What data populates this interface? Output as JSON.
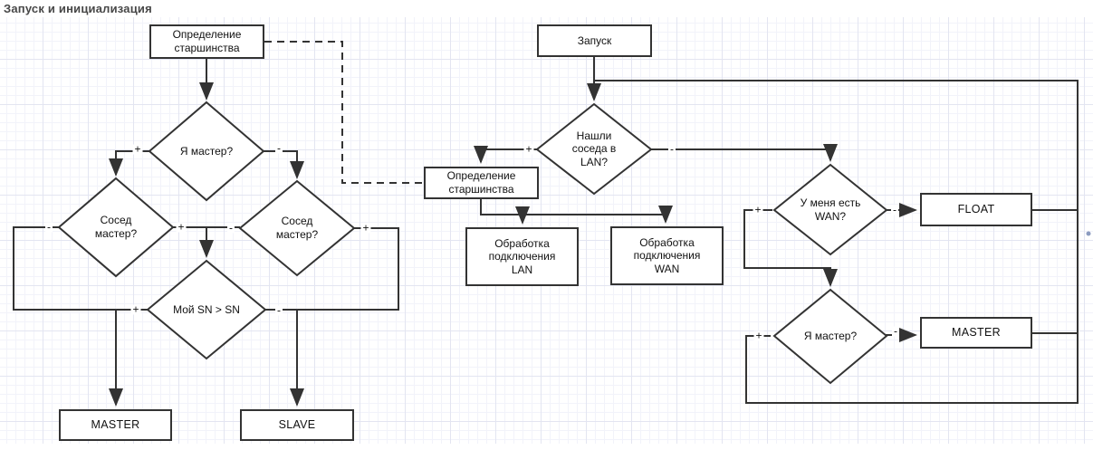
{
  "title": "Запуск и инициализация",
  "edge_labels": {
    "plus": "+",
    "minus": "-"
  },
  "colors": {
    "line": "#333333",
    "node_border": "#333333",
    "node_fill": "#ffffff",
    "grid_minor": "#f2f3fa",
    "grid_major": "#e3e5f1",
    "title_text": "#474747",
    "connection_dot": "#8c9cc0"
  },
  "nodes": {
    "determine_seniority_top": {
      "label": "Определение\nстаршинства"
    },
    "am_i_master_left": {
      "label": "Я мастер?"
    },
    "neighbor_master_left": {
      "label": "Сосед\nмастер?"
    },
    "neighbor_master_right": {
      "label": "Сосед\nмастер?"
    },
    "my_sn_gt_sn": {
      "label": "Мой SN > SN"
    },
    "master_left": {
      "label": "MASTER"
    },
    "slave": {
      "label": "SLAVE"
    },
    "start": {
      "label": "Запуск"
    },
    "found_neighbor_lan": {
      "label": "Нашли\nсоседа в\nLAN?"
    },
    "determine_seniority_mid": {
      "label": "Определение\nстаршинства"
    },
    "handle_lan": {
      "label": "Обработка\nподключения\nLAN"
    },
    "handle_wan": {
      "label": "Обработка\nподключения\nWAN"
    },
    "have_wan": {
      "label": "У меня есть\nWAN?"
    },
    "float_state": {
      "label": "FLOAT"
    },
    "am_i_master_right": {
      "label": "Я мастер?"
    },
    "master_right": {
      "label": "MASTER"
    }
  },
  "edges": [
    {
      "from": "Определение старшинства (слева)",
      "to": "Я мастер?",
      "label": "",
      "style": "solid"
    },
    {
      "from": "Я мастер?",
      "to": "Сосед мастер? (слева)",
      "label": "+",
      "style": "solid"
    },
    {
      "from": "Я мастер?",
      "to": "Сосед мастер? (справа)",
      "label": "-",
      "style": "solid"
    },
    {
      "from": "Сосед мастер? (слева)",
      "to": "Мой SN > SN",
      "label": "+",
      "style": "solid"
    },
    {
      "from": "Сосед мастер? (справа)",
      "to": "Мой SN > SN",
      "label": "-",
      "style": "solid"
    },
    {
      "from": "Сосед мастер? (слева)",
      "to": "MASTER",
      "label": "-",
      "style": "solid"
    },
    {
      "from": "Сосед мастер? (справа)",
      "to": "SLAVE",
      "label": "+",
      "style": "solid"
    },
    {
      "from": "Мой SN > SN",
      "to": "MASTER",
      "label": "+",
      "style": "solid"
    },
    {
      "from": "Мой SN > SN",
      "to": "SLAVE",
      "label": "-",
      "style": "solid"
    },
    {
      "from": "Определение старшинства (слева)",
      "to": "Определение старшинства (центр)",
      "label": "",
      "style": "dashed"
    },
    {
      "from": "Запуск",
      "to": "Нашли соседа в LAN?",
      "label": "",
      "style": "solid"
    },
    {
      "from": "Нашли соседа в LAN?",
      "to": "Определение старшинства (центр)",
      "label": "+",
      "style": "solid"
    },
    {
      "from": "Нашли соседа в LAN?",
      "to": "У меня есть WAN?",
      "label": "-",
      "style": "solid"
    },
    {
      "from": "Определение старшинства (центр)",
      "to": "Обработка подключения LAN",
      "label": "",
      "style": "solid"
    },
    {
      "from": "Определение старшинства (центр)",
      "to": "Обработка подключения WAN",
      "label": "",
      "style": "solid"
    },
    {
      "from": "У меня есть WAN?",
      "to": "Я мастер? (справа)",
      "label": "+",
      "style": "solid"
    },
    {
      "from": "У меня есть WAN?",
      "to": "FLOAT",
      "label": "-",
      "style": "solid"
    },
    {
      "from": "Я мастер? (справа)",
      "to": "MASTER (справа)",
      "label": "-",
      "style": "solid"
    },
    {
      "from": "Я мастер? (справа)",
      "to": "правая шина (петля к ветке Запуска)",
      "label": "+",
      "style": "solid"
    },
    {
      "from": "FLOAT",
      "to": "правая шина (петля к ветке Запуска)",
      "label": "",
      "style": "solid"
    },
    {
      "from": "MASTER (справа)",
      "to": "правая шина (петля к ветке Запуска)",
      "label": "",
      "style": "solid"
    }
  ]
}
